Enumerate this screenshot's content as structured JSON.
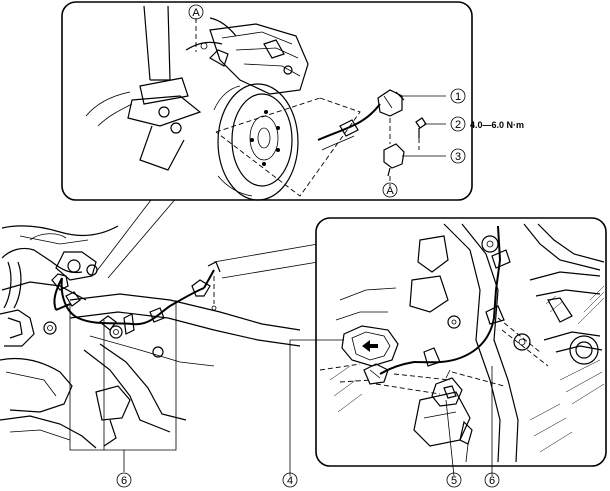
{
  "callouts": [
    {
      "id": "1",
      "label": "1"
    },
    {
      "id": "2",
      "label": "2"
    },
    {
      "id": "3",
      "label": "3"
    },
    {
      "id": "4",
      "label": "4"
    },
    {
      "id": "5",
      "label": "5"
    },
    {
      "id": "6a",
      "label": "6"
    },
    {
      "id": "6b",
      "label": "6"
    }
  ],
  "markers": [
    {
      "id": "a-top",
      "label": "A"
    },
    {
      "id": "a-bottom",
      "label": "A"
    }
  ],
  "torque_spec": "4.0—6.0 N·m"
}
